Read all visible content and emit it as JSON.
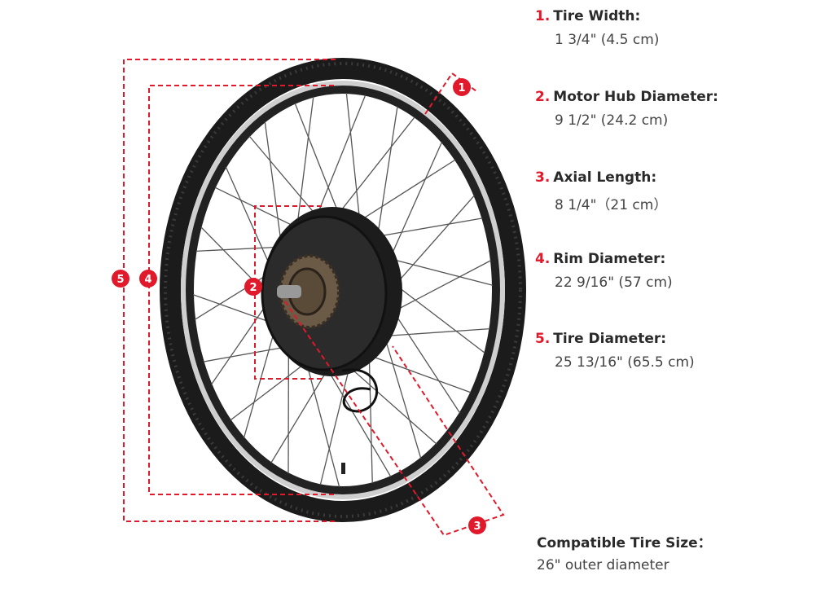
{
  "specs": [
    {
      "num": "1.",
      "label": "Tire Width:",
      "value": "1 3/4\" (4.5 cm)"
    },
    {
      "num": "2.",
      "label": "Motor Hub Diameter:",
      "value": "9 1/2\" (24.2 cm)"
    },
    {
      "num": "3.",
      "label": "Axial Length:",
      "value": "8 1/4\"（21 cm）"
    },
    {
      "num": "4.",
      "label": "Rim Diameter:",
      "value": "22 9/16\" (57 cm)"
    },
    {
      "num": "5.",
      "label": "Tire Diameter:",
      "value": "25 13/16\" (65.5 cm)"
    }
  ],
  "compatible": {
    "label": "Compatible Tire Size：",
    "value": "26\" outer diameter"
  },
  "badges": [
    "1",
    "2",
    "3",
    "4",
    "5"
  ],
  "colors": {
    "accent": "#e0192b",
    "tire": "#1a1a1a",
    "text": "#2a2a2a"
  }
}
